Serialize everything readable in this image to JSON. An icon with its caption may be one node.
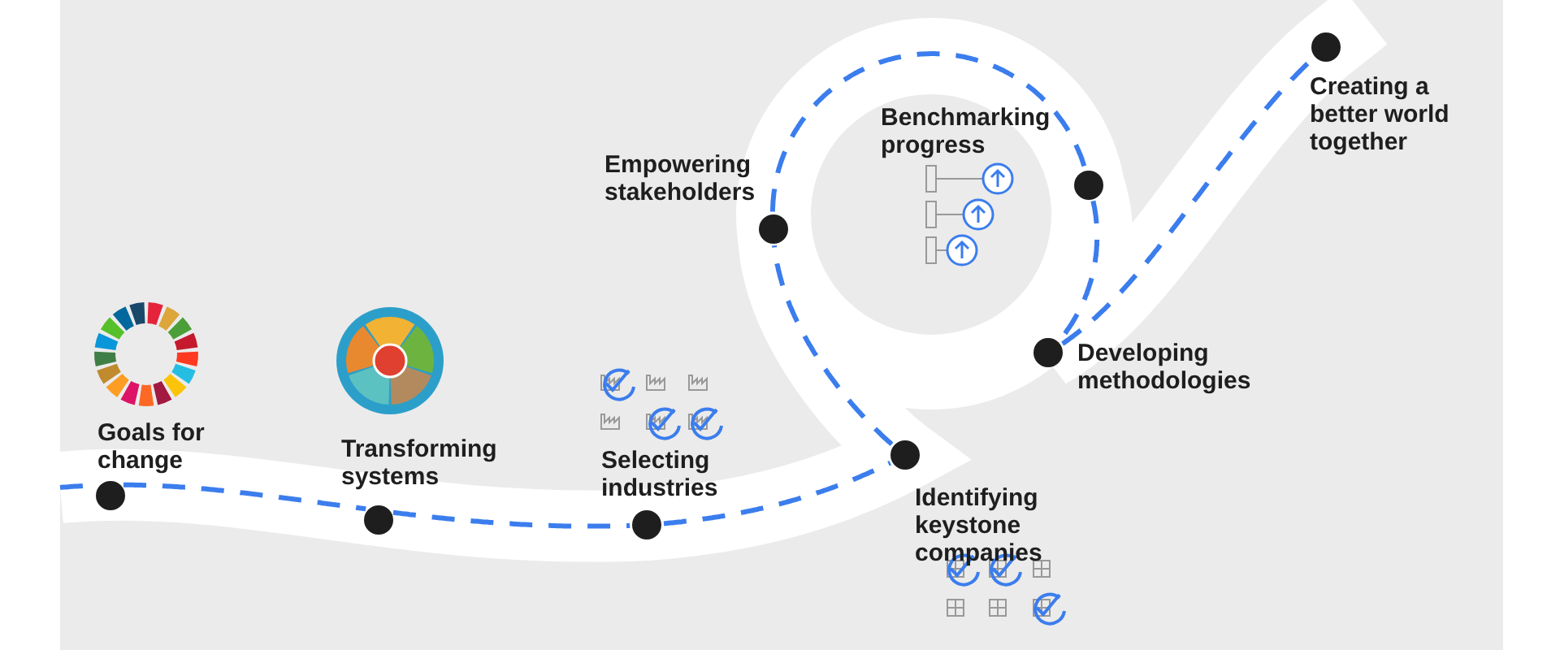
{
  "diagram": {
    "nodes": [
      {
        "text": [
          "Goals for change"
        ]
      },
      {
        "text": [
          "Transforming systems"
        ]
      },
      {
        "text": [
          "Selecting industries"
        ]
      },
      {
        "text": [
          "Identifying keystone companies"
        ]
      },
      {
        "text": [
          "Empowering stakeholders"
        ]
      },
      {
        "text": [
          "Benchmarking progress"
        ]
      },
      {
        "text": [
          "Developing methodologies"
        ]
      },
      {
        "text": [
          "Creating a better world together"
        ]
      }
    ],
    "edges": [
      {
        "from": null,
        "to": 0,
        "arrow": "none",
        "style": "dashed"
      },
      {
        "from": 0,
        "to": 1,
        "arrow": "none",
        "style": "dashed"
      },
      {
        "from": 1,
        "to": 2,
        "arrow": "none",
        "style": "dashed"
      },
      {
        "from": 2,
        "to": 3,
        "arrow": "none",
        "style": "dashed"
      },
      {
        "from": 3,
        "to": 4,
        "arrow": "none",
        "style": "dashed"
      },
      {
        "from": 4,
        "to": 5,
        "arrow": "none",
        "style": "dashed"
      },
      {
        "from": 5,
        "to": 6,
        "arrow": "none",
        "style": "dashed"
      },
      {
        "from": 6,
        "to": 7,
        "arrow": "none",
        "style": "dashed"
      }
    ]
  }
}
